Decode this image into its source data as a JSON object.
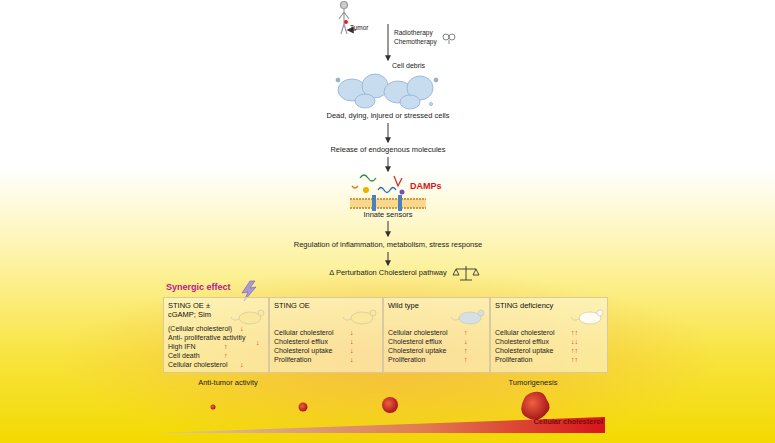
{
  "diagram": {
    "nodes": [
      {
        "text": [
          "STING OE ± cGAMP; Sim",
          "(Cellular cholesterol)",
          "↓",
          "Anti- proliferative activitiy",
          "↓",
          "High IFN",
          "↑",
          "Cell death",
          "↑",
          "Cellular cholesterol",
          "↓"
        ]
      },
      {
        "text": [
          "STING OE",
          "Cellular cholesterol",
          "↓",
          "Cholesterol efflux",
          "↓",
          "Cholesterol uptake",
          "↓",
          "Proliferation",
          "↓"
        ]
      },
      {
        "text": [
          "Wild type",
          "Cellular cholesterol",
          "↑",
          "Cholesterol efflux",
          "↓",
          "Cholesterol uptake",
          "↑",
          "Proliferation",
          "↑"
        ]
      },
      {
        "text": [
          "STING deficiency",
          "Cellular cholesterol",
          "↑↑",
          "Cholesterol efflux",
          "↓↓",
          "Cholesterol uptake",
          "↑↑",
          "Proliferation",
          "↑↑"
        ]
      }
    ],
    "labels": [
      "Tumor",
      "Radiotherapy",
      "Chemotherapy",
      "Cell debris",
      "Dead, dying, injured or stressed cells",
      "Release of endogenous molecules",
      "DAMPs",
      "Innate sensors",
      "Regulation of inflammation, metabolism, stress response",
      "Δ Perturbation Cholesterol pathway",
      "Synergic effect",
      "Anti-tumor activity",
      "Tumorigenesis",
      "Cellular cholesterol"
    ]
  }
}
